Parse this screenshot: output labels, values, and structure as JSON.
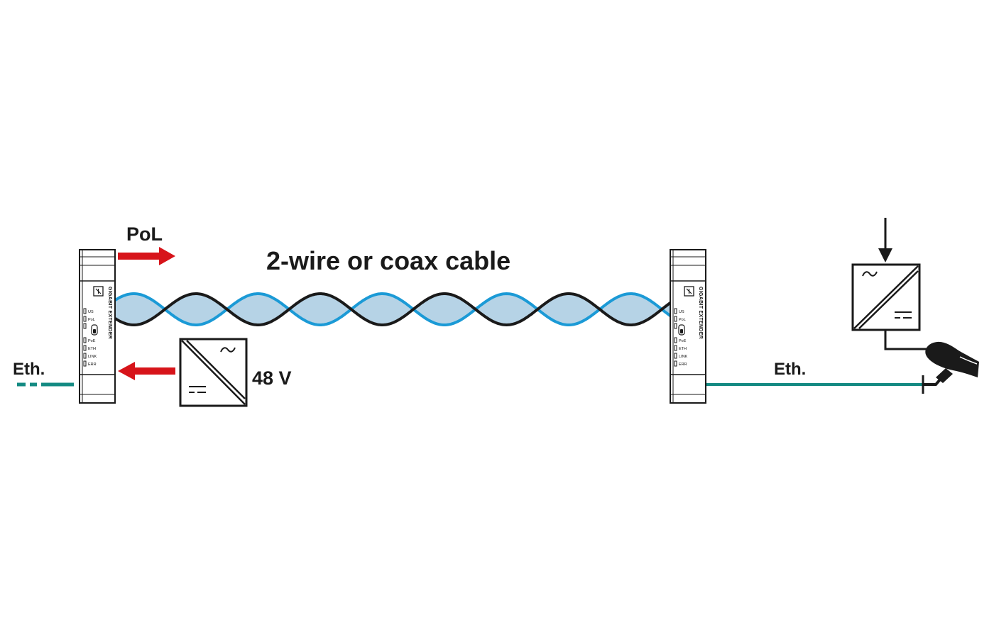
{
  "labels": {
    "pol": "PoL",
    "cable": "2-wire or coax cable",
    "voltage": "48 V",
    "eth_left": "Eth.",
    "eth_right": "Eth."
  },
  "device": {
    "name": "GIGABIT EXTENDER",
    "leds": [
      "US",
      "PoL",
      "PoE",
      "ETH",
      "LINK",
      "ERR"
    ]
  },
  "colors": {
    "pol_arrow": "#d7141a",
    "wire_blue": "#1b9ad6",
    "wire_black": "#1a1a1a",
    "wire_fill": "#b6d3e6",
    "ethernet": "#138a82"
  }
}
